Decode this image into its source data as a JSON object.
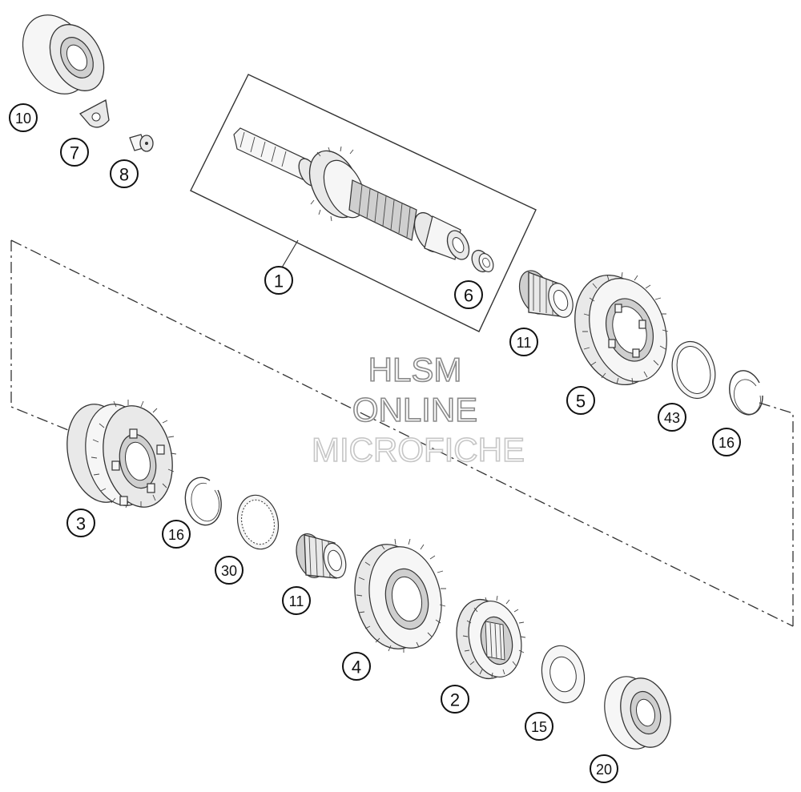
{
  "watermark": {
    "line1": "HLSM",
    "line2": "ONLINE",
    "line3": "MICROFICHE"
  },
  "callouts": [
    {
      "id": "c1",
      "label": "1"
    },
    {
      "id": "c2",
      "label": "2"
    },
    {
      "id": "c3",
      "label": "3"
    },
    {
      "id": "c4",
      "label": "4"
    },
    {
      "id": "c5",
      "label": "5"
    },
    {
      "id": "c6",
      "label": "6"
    },
    {
      "id": "c7",
      "label": "7"
    },
    {
      "id": "c8",
      "label": "8"
    },
    {
      "id": "c10",
      "label": "10"
    },
    {
      "id": "c11a",
      "label": "11"
    },
    {
      "id": "c11b",
      "label": "11"
    },
    {
      "id": "c15",
      "label": "15"
    },
    {
      "id": "c16a",
      "label": "16"
    },
    {
      "id": "c16b",
      "label": "16"
    },
    {
      "id": "c20",
      "label": "20"
    },
    {
      "id": "c30",
      "label": "30"
    },
    {
      "id": "c43",
      "label": "43"
    }
  ]
}
